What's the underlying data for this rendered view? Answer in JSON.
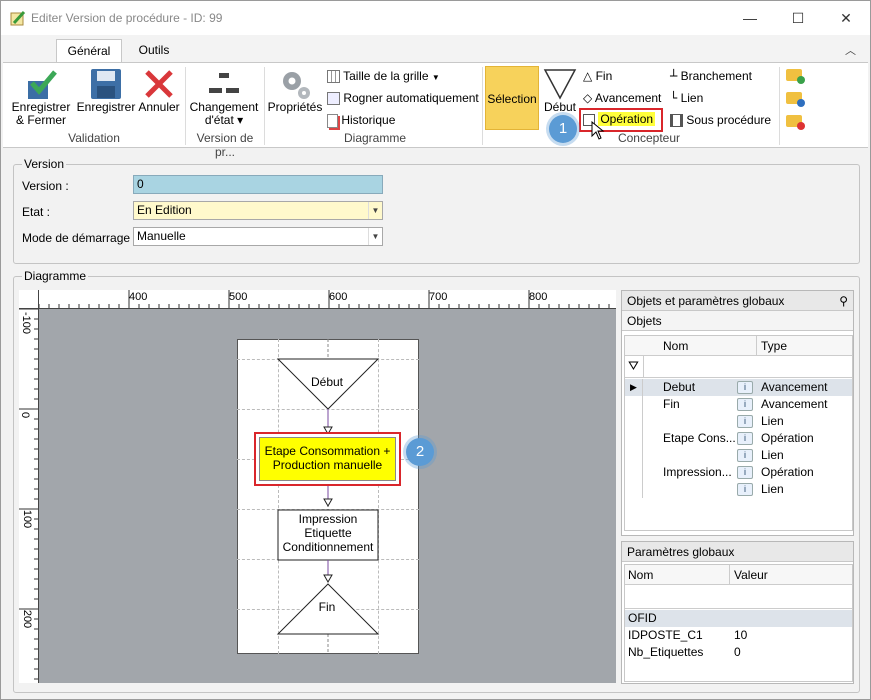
{
  "window": {
    "title": "Editer Version de procédure - ID: 99",
    "minimize_icon": "minimize-icon",
    "maximize_icon": "maximize-icon",
    "close_icon": "close-icon"
  },
  "tabs": [
    {
      "label": "Général",
      "active": true
    },
    {
      "label": "Outils",
      "active": false
    }
  ],
  "ribbon": {
    "save_close_line1": "Enregistrer",
    "save_close_line2": "& Fermer",
    "save": "Enregistrer",
    "cancel": "Annuler",
    "group_validation": "Validation",
    "change_state_line1": "Changement",
    "change_state_line2": "d'état ▾",
    "group_version": "Version de pr...",
    "properties": "Propriétés",
    "grid_size": "Taille de la grille",
    "auto_trim": "Rogner automatiquement",
    "history": "Historique",
    "group_diagram": "Diagramme",
    "selection": "Sélection",
    "start": "Début",
    "end": "Fin",
    "progress": "Avancement",
    "operation": "Opération",
    "branch": "Branchement",
    "link": "Lien",
    "sub_procedure": "Sous procédure",
    "group_designer": "Concepteur",
    "accent": "#f7d25b",
    "highlight_border": "#d9262b"
  },
  "version_section": {
    "legend": "Version",
    "version_label": "Version :",
    "version_value": "0",
    "state_label": "Etat :",
    "state_value": "En Edition",
    "start_mode_label": "Mode de démarrage :",
    "start_mode_value": "Manuelle"
  },
  "diagram_section": {
    "legend": "Diagramme",
    "ruler_h": [
      "400",
      "500",
      "600",
      "700",
      "800"
    ],
    "ruler_v": [
      "-100",
      "0",
      "100",
      "200"
    ],
    "nodes": {
      "start": "Début",
      "operation_line1": "Etape Consommation +",
      "operation_line2": "Production manuelle",
      "label_line1": "Impression",
      "label_line2": "Etiquette",
      "label_line3": "Conditionnement",
      "end": "Fin"
    }
  },
  "objects_panel": {
    "title": "Objets et paramètres globaux",
    "sub_title": "Objets",
    "col_name": "Nom",
    "col_type": "Type",
    "rows": [
      {
        "name": "Debut",
        "type": "Avancement"
      },
      {
        "name": "Fin",
        "type": "Avancement"
      },
      {
        "name": "",
        "type": "Lien"
      },
      {
        "name": "Etape Cons...",
        "type": "Opération"
      },
      {
        "name": "",
        "type": "Lien"
      },
      {
        "name": "Impression...",
        "type": "Opération"
      },
      {
        "name": "",
        "type": "Lien"
      }
    ]
  },
  "globals_panel": {
    "title": "Paramètres globaux",
    "col_name": "Nom",
    "col_value": "Valeur",
    "rows": [
      {
        "name": "OFID",
        "value": ""
      },
      {
        "name": "IDPOSTE_C1",
        "value": "10"
      },
      {
        "name": "Nb_Etiquettes",
        "value": "0"
      }
    ]
  },
  "callouts": {
    "one": "1",
    "two": "2"
  }
}
